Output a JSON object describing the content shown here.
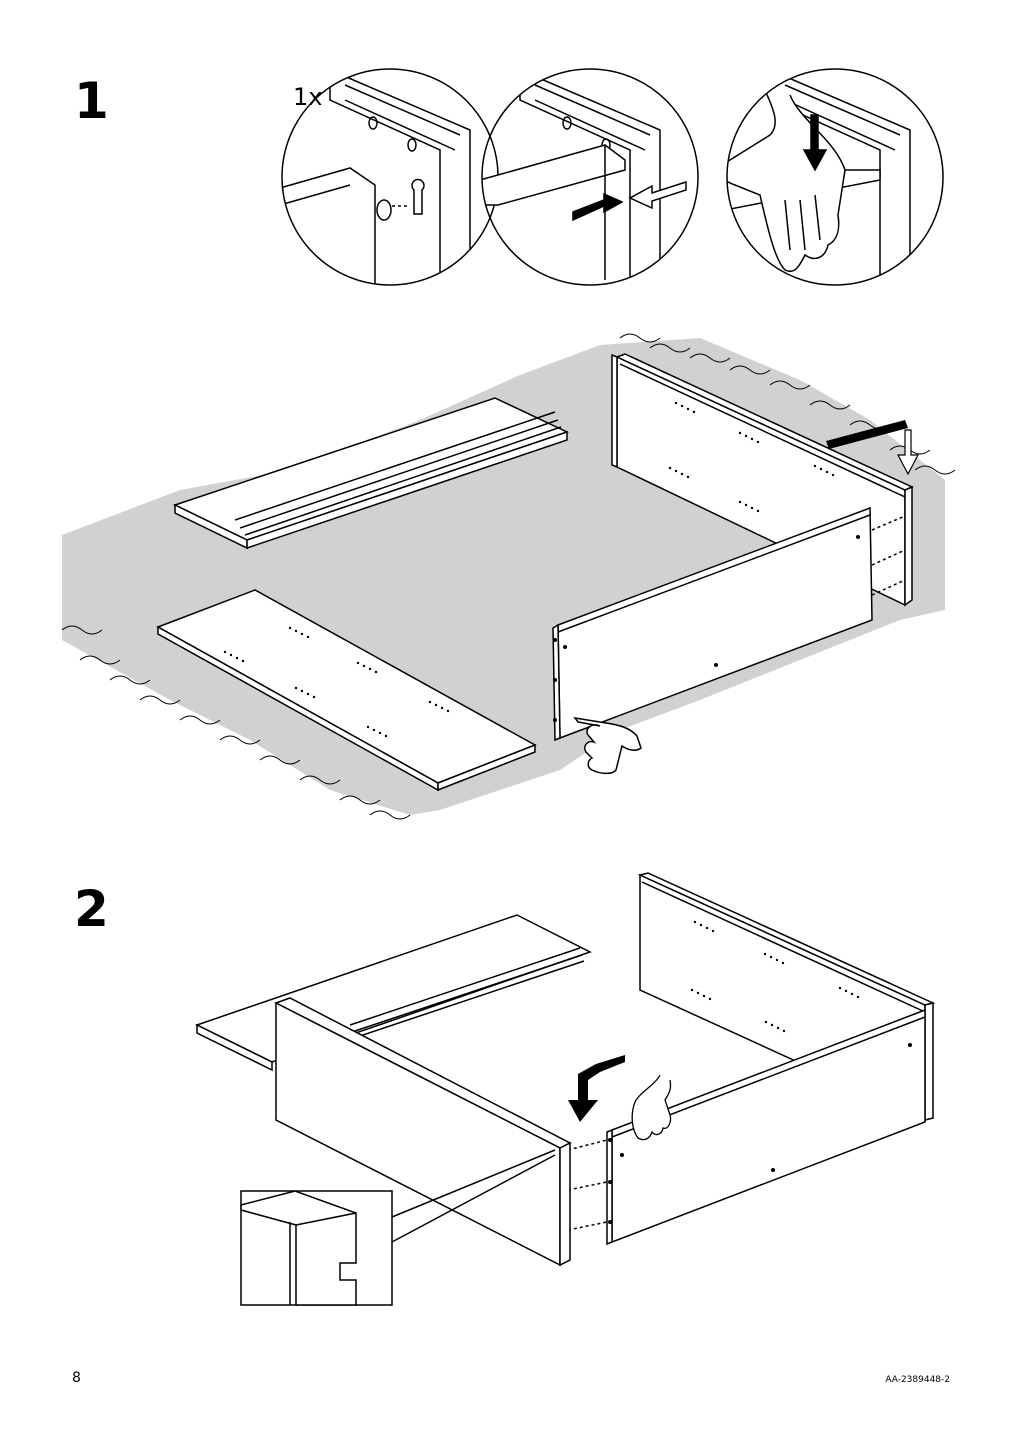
{
  "steps": [
    {
      "number": "1",
      "quantity_label": "1x"
    },
    {
      "number": "2"
    }
  ],
  "footer": {
    "page_number": "8",
    "document_id": "AA-2389448-2"
  }
}
